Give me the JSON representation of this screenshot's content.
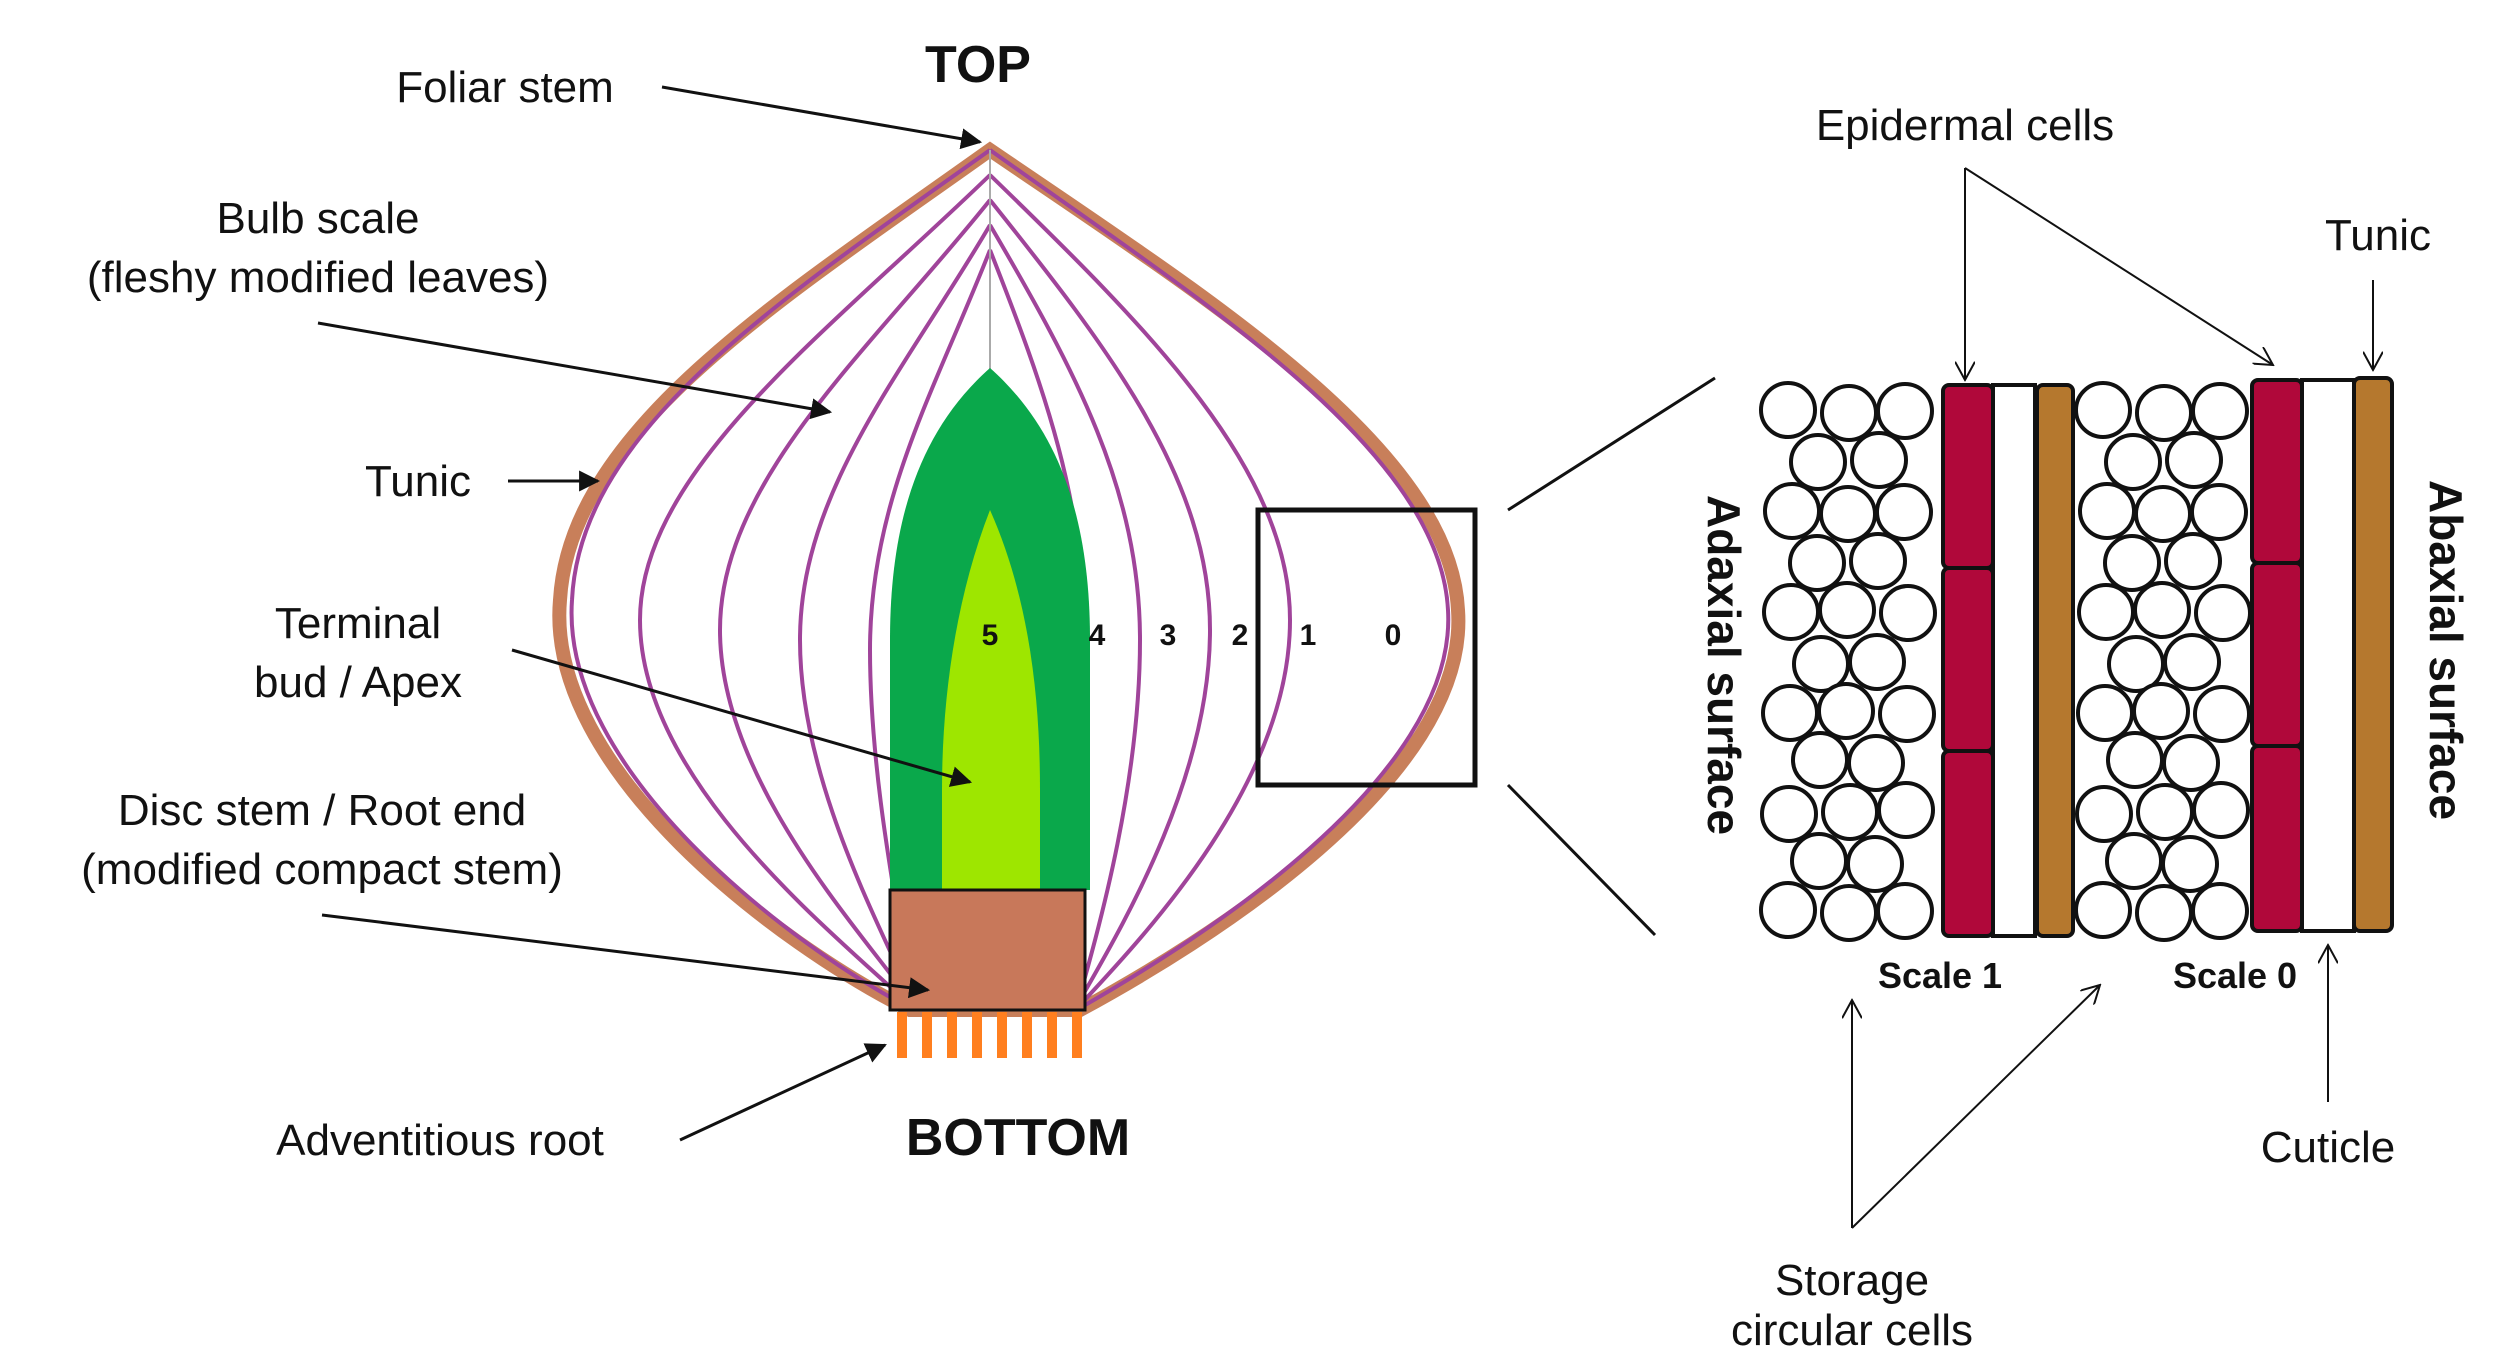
{
  "colors": {
    "tunic": "#c87f5a",
    "scale_line": "#a0449a",
    "bud_outer": "#0aa84b",
    "bud_inner": "#9ee600",
    "disc_stem": "#c8785a",
    "roots": "#ff7f1f",
    "epidermal_cell": "#b0083a",
    "tunic_strip": "#b5782e",
    "line": "#111111"
  },
  "labels": {
    "top": "TOP",
    "bottom": "BOTTOM",
    "foliar_stem": "Foliar stem",
    "bulb_scale_1": "Bulb scale",
    "bulb_scale_2": "(fleshy modified leaves)",
    "tunic": "Tunic",
    "terminal_bud_1": "Terminal",
    "terminal_bud_2": "bud / Apex",
    "disc_stem_1": "Disc stem / Root end",
    "disc_stem_2": "(modified compact stem)",
    "adventitious_root": "Adventitious root",
    "epidermal_cells": "Epidermal cells",
    "tunic_right": "Tunic",
    "adaxial_surface": "Adaxial surface",
    "abaxial_surface": "Abaxial surface",
    "scale_1": "Scale 1",
    "scale_0": "Scale 0",
    "storage_1": "Storage",
    "storage_2": "circular cells",
    "cuticle": "Cuticle"
  },
  "scale_numbers": [
    "5",
    "4",
    "3",
    "2",
    "1",
    "0"
  ]
}
